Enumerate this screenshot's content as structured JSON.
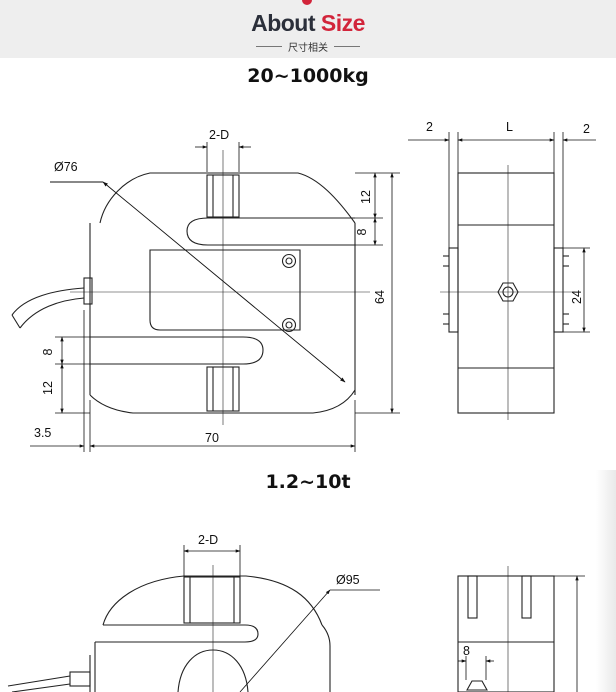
{
  "header": {
    "title_part1": "About",
    "title_part2": "Size",
    "subtitle": "尺寸相关",
    "accent_color": "#d2243a"
  },
  "section_small": {
    "range": "20~1000kg",
    "front_view": {
      "dia": "Ø76",
      "hole": "2-D",
      "dim_top_12": "12",
      "dim_top_8": "8",
      "dim_height": "64",
      "dim_left_8": "8",
      "dim_left_12": "12",
      "dim_cable": "3.5",
      "dim_width": "70"
    },
    "side_view": {
      "dim_left": "2",
      "dim_length": "L",
      "dim_right": "2",
      "dim_thread": "24"
    }
  },
  "section_large": {
    "range": "1.2~10t",
    "front_view": {
      "hole": "2-D",
      "dia": "Ø95"
    },
    "side_view": {
      "dim_8": "8"
    }
  }
}
